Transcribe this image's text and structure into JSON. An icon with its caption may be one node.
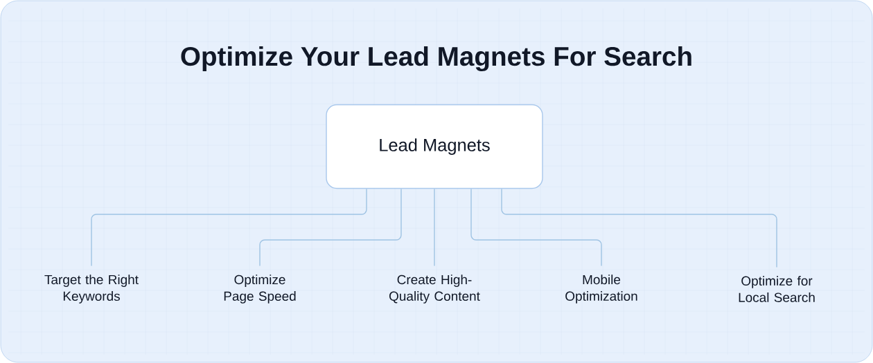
{
  "diagram": {
    "title": "Optimize Your Lead Magnets For Search",
    "nodes": [
      {
        "text": [
          "Lead Magnets"
        ]
      },
      {
        "text": [
          "Target the Right Keywords"
        ]
      },
      {
        "text": [
          "Optimize Page Speed"
        ]
      },
      {
        "text": [
          "Create High-Quality Content"
        ]
      },
      {
        "text": [
          "Mobile Optimization"
        ]
      },
      {
        "text": [
          "Optimize for Local Search"
        ]
      }
    ],
    "edges": [
      {
        "from": 0,
        "to": 1,
        "arrow": "none"
      },
      {
        "from": 0,
        "to": 2,
        "arrow": "none"
      },
      {
        "from": 0,
        "to": 3,
        "arrow": "none"
      },
      {
        "from": 0,
        "to": 4,
        "arrow": "none"
      },
      {
        "from": 0,
        "to": 5,
        "arrow": "none"
      }
    ]
  }
}
